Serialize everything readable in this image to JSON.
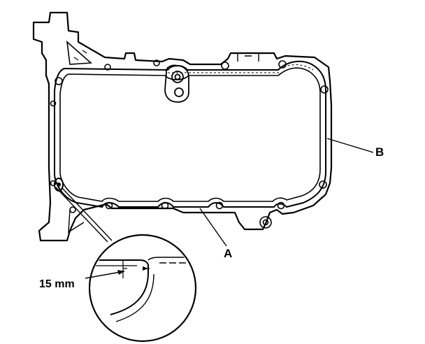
{
  "labels": {
    "a": "A",
    "b": "B",
    "dimension": "15 mm"
  },
  "colors": {
    "line": "#000000",
    "background": "#ffffff"
  }
}
